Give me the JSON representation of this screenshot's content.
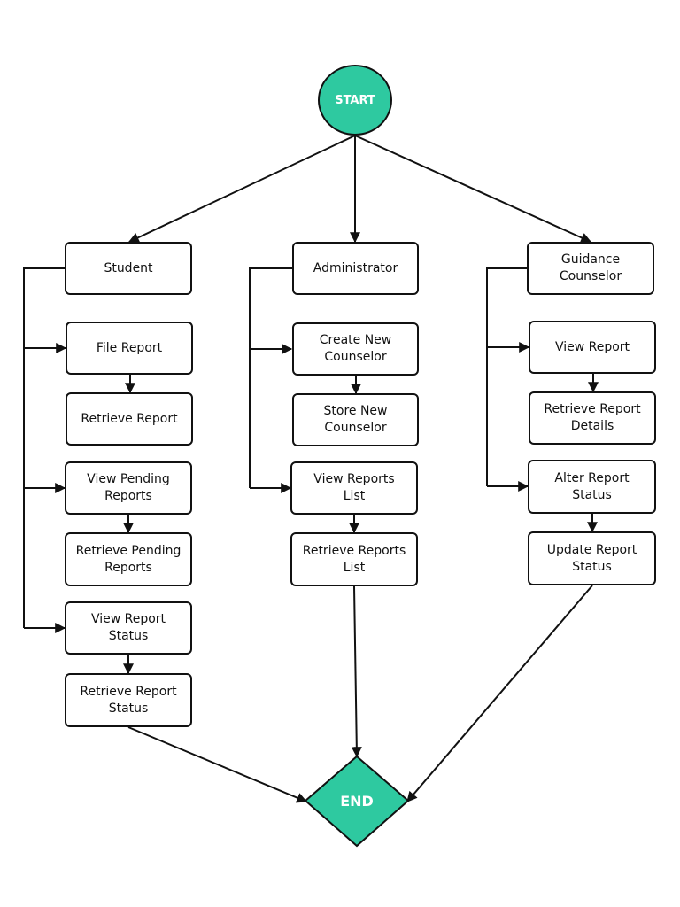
{
  "colors": {
    "accent": "#2ec9a0",
    "line": "#111111"
  },
  "start": {
    "label": "START"
  },
  "end": {
    "label": "END"
  },
  "student": {
    "title": "Student",
    "steps": [
      "File Report",
      "Retrieve Report",
      "View Pending\nReports",
      "Retrieve Pending\nReports",
      "View Report\nStatus",
      "Retrieve Report\nStatus"
    ]
  },
  "administrator": {
    "title": "Administrator",
    "steps": [
      "Create New\nCounselor",
      "Store New\nCounselor",
      "View  Reports\nList",
      "Retrieve Reports\nList"
    ]
  },
  "counselor": {
    "title": "Guidance\nCounselor",
    "steps": [
      "View  Report",
      "Retrieve Report\nDetails",
      "Alter Report\nStatus",
      "Update Report\nStatus"
    ]
  }
}
